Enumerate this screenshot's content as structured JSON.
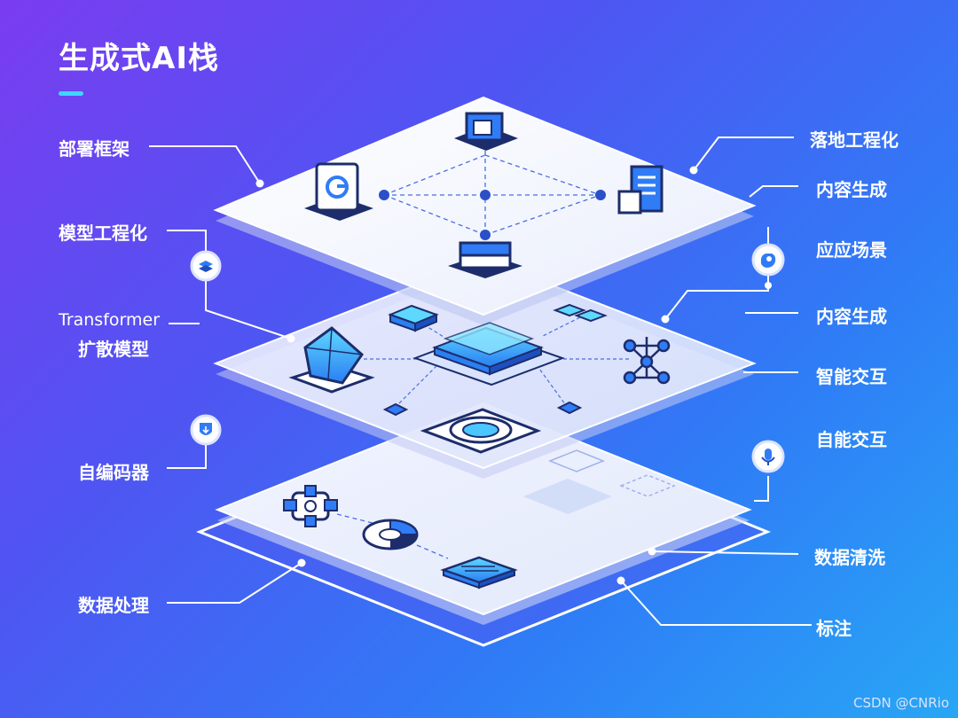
{
  "title": "生成式AI栈",
  "left_labels": {
    "deploy_framework": "部署框架",
    "model_engineering": "模型工程化",
    "transformer": "Transformer",
    "diffusion_model": "扩散模型",
    "autoencoder": "自编码器",
    "data_processing": "数据处理"
  },
  "right_labels": {
    "landing_engineering": "落地工程化",
    "content_generation_1": "内容生成",
    "application_scenario": "应应场景",
    "content_generation_2": "内容生成",
    "intelligent_interaction": "智能交互",
    "self_interaction": "自能交互",
    "data_cleaning": "数据清洗",
    "annotation": "标注"
  },
  "watermark": "CSDN @CNRio",
  "colors": {
    "accent": "#3fd6ff",
    "icon_dark": "#1d2d6b",
    "icon_blue": "#2f7cf6"
  },
  "icons": [
    "app-icon",
    "cube-icon",
    "document-icon",
    "server-icon",
    "crystal-icon",
    "chip-stack-icon",
    "network-icon",
    "target-icon",
    "gear-icon",
    "pie-chart-icon",
    "memory-chip-icon",
    "layers-badge-icon",
    "shield-badge-icon",
    "hand-badge-icon",
    "mic-badge-icon"
  ]
}
